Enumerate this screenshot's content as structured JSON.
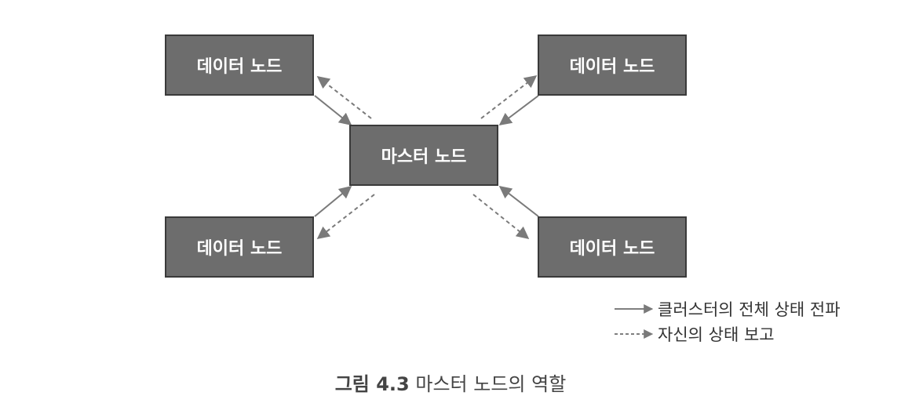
{
  "nodes": {
    "data_top_left": "데이터 노드",
    "data_top_right": "데이터 노드",
    "data_bottom_left": "데이터 노드",
    "data_bottom_right": "데이터 노드",
    "master": "마스터 노드"
  },
  "legend": {
    "solid": "클러스터의 전체 상태 전파",
    "dashed": "자신의 상태 보고"
  },
  "caption": {
    "label": "그림 4.3",
    "text": "마스터 노드의 역할"
  },
  "colors": {
    "node_fill": "#6d6d6d",
    "node_border": "#3a3a3a",
    "arrow": "#7a7a7a"
  }
}
